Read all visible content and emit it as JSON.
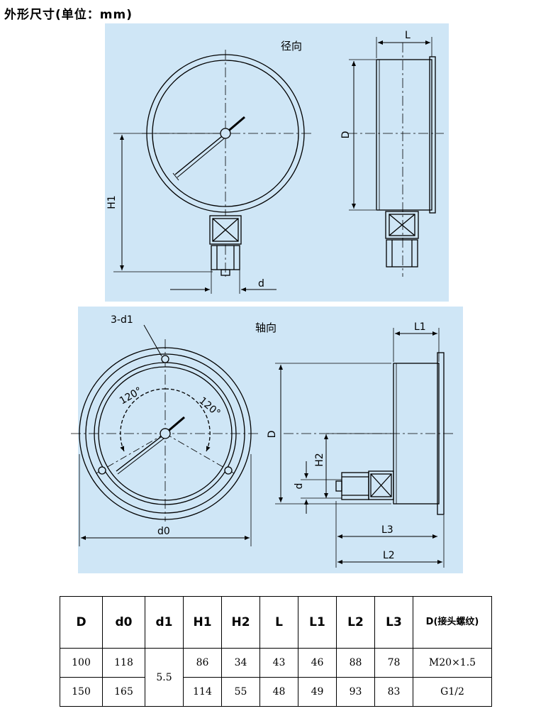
{
  "title": "外形尺寸(单位：mm)",
  "radial_view": {
    "label": "径向",
    "dims": {
      "L": "L",
      "D": "D",
      "H1": "H1",
      "d": "d"
    }
  },
  "axial_view": {
    "label": "轴向",
    "dims": {
      "d1": "3-d1",
      "L1": "L1",
      "D": "D",
      "H2": "H2",
      "d": "d",
      "d0": "d0",
      "L3": "L3",
      "L2": "L2",
      "a1": "120°",
      "a2": "120°"
    }
  },
  "table": {
    "headers": [
      "D",
      "d0",
      "d1",
      "H1",
      "H2",
      "L",
      "L1",
      "L2",
      "L3",
      "D(接头螺纹)"
    ],
    "rows": [
      {
        "D": "100",
        "d0": "118",
        "d1": "5.5",
        "H1": "86",
        "H2": "34",
        "L": "43",
        "L1": "46",
        "L2": "88",
        "L3": "78",
        "thread": "M20×1.5"
      },
      {
        "D": "150",
        "d0": "165",
        "H1": "114",
        "H2": "55",
        "L": "48",
        "L1": "49",
        "L2": "93",
        "L3": "83",
        "thread": "G1/2"
      }
    ]
  }
}
